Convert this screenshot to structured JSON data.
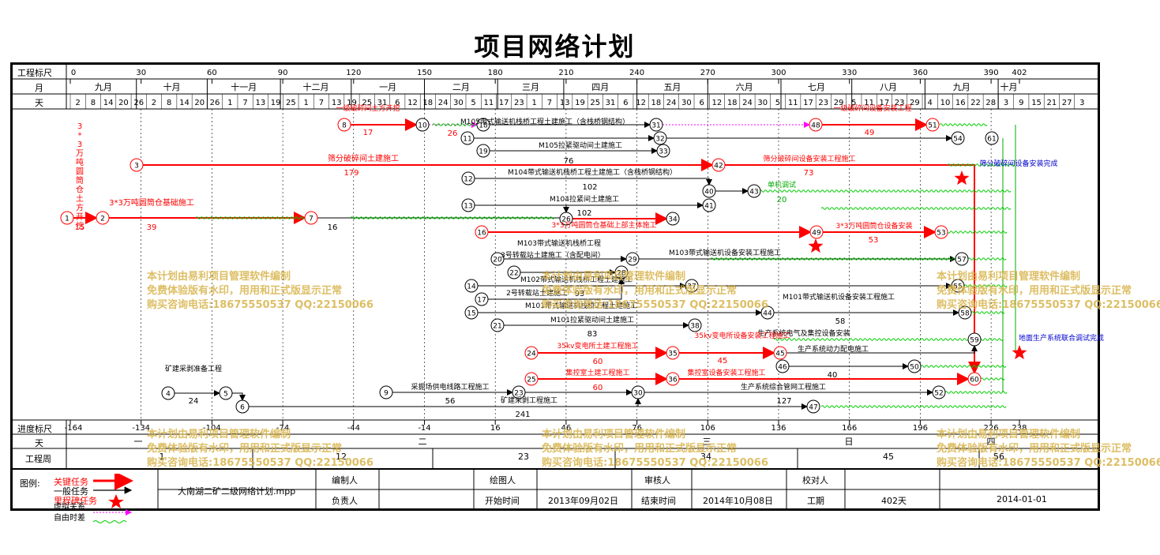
{
  "title": "项目网络计划",
  "rows": {
    "scale_label": "工程标尺",
    "month_label": "月",
    "day_label": "天",
    "progress_label": "进度标尺",
    "bottom_day_label": "天",
    "week_label": "工程周"
  },
  "scale_ticks": [
    "0",
    "30",
    "60",
    "90",
    "120",
    "150",
    "180",
    "210",
    "240",
    "270",
    "300",
    "330",
    "360",
    "390",
    "402"
  ],
  "months": [
    "九月",
    "十月",
    "十一月",
    "十二月",
    "一月",
    "二月",
    "三月",
    "四月",
    "五月",
    "六月",
    "七月",
    "八月",
    "九月",
    "十月"
  ],
  "days": [
    "2",
    "8",
    "14",
    "20",
    "26",
    "2",
    "8",
    "14",
    "20",
    "26",
    "1",
    "7",
    "13",
    "19",
    "25",
    "1",
    "7",
    "13",
    "19",
    "25",
    "31",
    "6",
    "12",
    "18",
    "24",
    "30",
    "5",
    "11",
    "17",
    "23",
    "1",
    "7",
    "13",
    "19",
    "25",
    "31",
    "6",
    "12",
    "18",
    "24",
    "30",
    "6",
    "12",
    "18",
    "24",
    "30",
    "5",
    "11",
    "17",
    "23",
    "29",
    "5",
    "11",
    "17",
    "23",
    "29",
    "4",
    "10",
    "16",
    "22",
    "28",
    "3",
    "9",
    "15",
    "21",
    "27",
    "3"
  ],
  "progress_ticks": [
    "-164",
    "-134",
    "-104",
    "-74",
    "-44",
    "-14",
    "16",
    "46",
    "76",
    "106",
    "136",
    "166",
    "196",
    "226",
    "238"
  ],
  "weekdays": [
    "一",
    "二",
    "日",
    "三",
    "四"
  ],
  "weeks": [
    "1",
    "12",
    "23",
    "34",
    "45",
    "56"
  ],
  "legend": {
    "label": "图例:",
    "critical": "关键任务",
    "normal": "一般任务",
    "milestone": "里程碑任务",
    "virtual": "虚拟关系",
    "float": "自由时差"
  },
  "footer": {
    "file": "大南湖二矿二级网络计划.mpp",
    "editor_label": "编制人",
    "drawer_label": "绘图人",
    "reviewer_label": "审核人",
    "checker_label": "校对人",
    "owner_label": "负责人",
    "start_label": "开始时间",
    "start_value": "2013年09月02日",
    "end_label": "结束时间",
    "end_value": "2014年10月08日",
    "duration_label": "工期",
    "duration_value": "402天",
    "date_value": "2014-01-01"
  },
  "watermark": [
    "本计划由易利项目管理软件编制",
    "免费体验版有水印，用用和正式版显示正常",
    "购买咨询电话:18675550537 QQ:22150066"
  ],
  "tasks": [
    {
      "label": "3*3万吨圆筒仓土方开挖",
      "dur": "15"
    },
    {
      "label": "3*3万吨圆筒仓基础施工",
      "dur": "39"
    },
    {
      "label": "16",
      "dur": ""
    },
    {
      "label": "一级破碎间土方开挖",
      "dur": "17"
    },
    {
      "label": "筛分破碎间土建施工",
      "dur": "179"
    },
    {
      "label": "M104带式输送机栈桥工程土建施工（含栈桥钢结构）",
      "dur": "102"
    },
    {
      "label": "M104拉紧间土建施工",
      "dur": "102"
    },
    {
      "label": "3*3万吨圆筒仓基础上部主体施工",
      "dur": ""
    },
    {
      "label": "M105拉紧驱动间土建施工",
      "dur": "76"
    },
    {
      "label": "M105带式输送机栈桥工程土建施工（含栈桥钢结构）",
      "dur": "26"
    },
    {
      "label": "M103带式输送机栈桥工程",
      "dur": ""
    },
    {
      "label": "3号转载站土建施工（含配电间）",
      "dur": ""
    },
    {
      "label": "M102带式输送机栈桥工程土建施工",
      "dur": ""
    },
    {
      "label": "2号转载站土建施工",
      "dur": "93"
    },
    {
      "label": "M101带式输送机栈桥工程土建施工",
      "dur": ""
    },
    {
      "label": "M101拉紧驱动间土建施工",
      "dur": "83"
    },
    {
      "label": "35kv变电所土建工程施工",
      "dur": "60"
    },
    {
      "label": "集控室土建工程施工",
      "dur": "60"
    },
    {
      "label": "矿建采剥准备工程",
      "dur": "24"
    },
    {
      "label": "采掘场供电线路工程施工",
      "dur": "56"
    },
    {
      "label": "矿建采剥工程施工",
      "dur": "241"
    },
    {
      "label": "筛分破碎间设备安装工程施工",
      "dur": "73"
    },
    {
      "label": "单机调试",
      "dur": "20"
    },
    {
      "label": "3*3万吨圆筒仓设备安装",
      "dur": "53"
    },
    {
      "label": "M103带式输送机设备安装工程施工",
      "dur": ""
    },
    {
      "label": "M101带式输送机设备安装工程施工",
      "dur": "58"
    },
    {
      "label": "生产系统电气及集控设备安装",
      "dur": ""
    },
    {
      "label": "35kv变电所设备安装工程施工",
      "dur": "45"
    },
    {
      "label": "生产系统动力配电施工",
      "dur": "40"
    },
    {
      "label": "集控室设备安装工程施工",
      "dur": ""
    },
    {
      "label": "生产系统综合管网工程施工",
      "dur": "127"
    },
    {
      "label": "一级破碎间设备安装工程",
      "dur": "49"
    },
    {
      "label": "筛分破碎间设备安装完成",
      "dur": ""
    },
    {
      "label": "地面生产系统联合调试完成",
      "dur": ""
    }
  ],
  "colors": {
    "critical": "#ff0000",
    "normal": "#000000",
    "float": "#00cc00",
    "virtual": "#ff00ff",
    "milestone": "#ff0000",
    "watermark": "#d8b34a"
  }
}
